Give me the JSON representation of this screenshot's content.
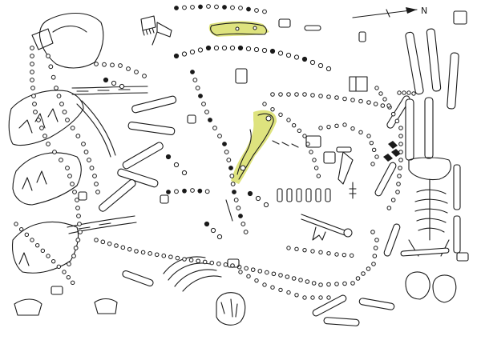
{
  "figure": {
    "north_label": "N",
    "highlight_color": "#d6dc5e",
    "ink_color": "#1a1a1a",
    "background": "#ffffff"
  },
  "highlights": [
    {
      "name": "upper-highlighted-object"
    },
    {
      "name": "central-highlighted-object"
    }
  ]
}
